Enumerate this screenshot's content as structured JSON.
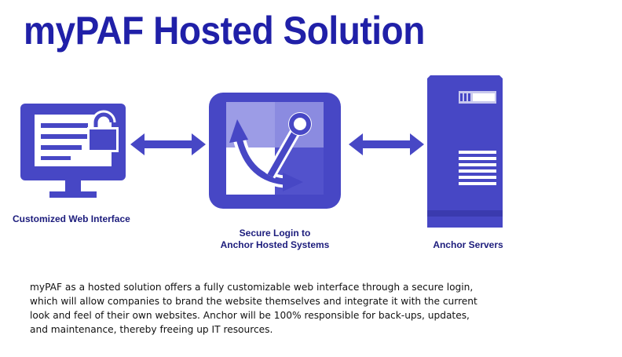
{
  "title": "myPAF Hosted Solution",
  "nodes": {
    "web_interface": {
      "label": "Customized Web Interface",
      "icon": "monitor-lock-icon"
    },
    "secure_login": {
      "label_lines": [
        "Secure Login to",
        "Anchor Hosted Systems"
      ],
      "icon": "anchor-icon"
    },
    "servers": {
      "label": "Anchor Servers",
      "icon": "server-tower-icon"
    }
  },
  "connectors": [
    "double-arrow-icon",
    "double-arrow-icon"
  ],
  "description_lines": [
    "myPAF as a hosted solution offers a fully customizable web interface through a secure login,",
    "which will allow companies to brand the website themselves and integrate it with the current",
    "look and feel of their own websites. Anchor will be 100% responsible for back-ups, updates,",
    "and maintenance, thereby freeing up IT resources."
  ],
  "colors": {
    "primary": "#4747c5",
    "dark": "#2020a8",
    "label": "#1c1c7c",
    "light": "#c8c8ee"
  }
}
